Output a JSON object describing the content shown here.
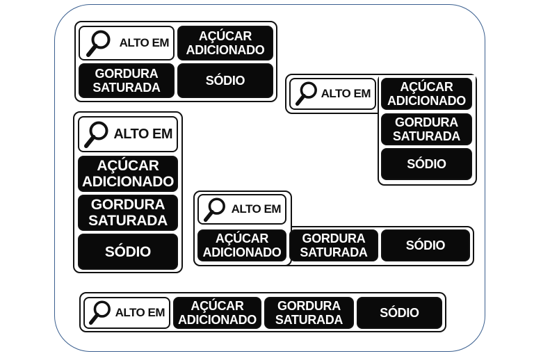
{
  "labels": {
    "alto_em": "ALTO EM",
    "acucar": "AÇÚCAR\nADICIONADO",
    "gordura": "GORDURA\nSATURADA",
    "sodio": "SÓDIO"
  },
  "icons": {
    "magnifier": "magnifying-glass-icon"
  },
  "colors": {
    "ink": "#0a0a0a",
    "paper": "#ffffff",
    "frame": "#3a5f8f"
  }
}
